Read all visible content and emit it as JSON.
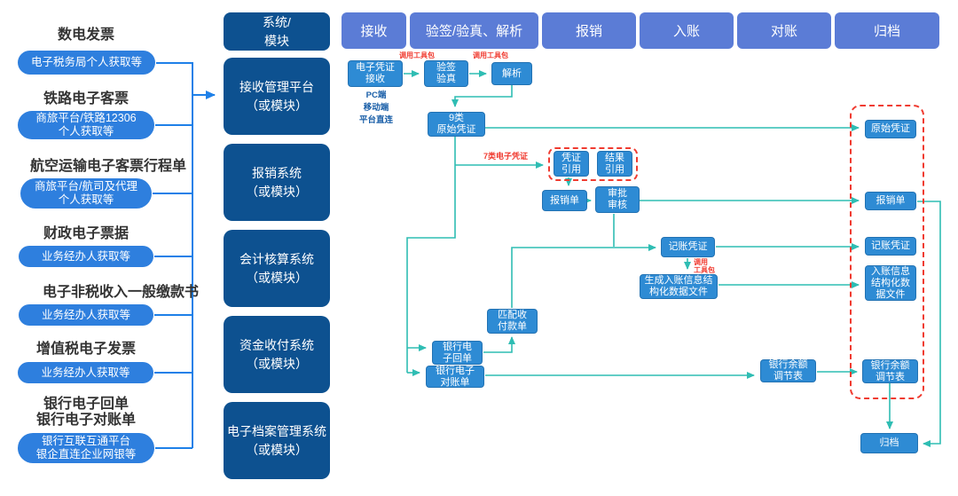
{
  "colors": {
    "source_pill": "#2E7FDE",
    "connector_blue": "#1E80E8",
    "system_box": "#0D5190",
    "stage_box": "#5B7CD6",
    "flow_box": "#2E8BD4",
    "arrow_teal": "#2FBDB3",
    "annotation_red": "#F03B30",
    "annotation_blue": "#1A5FA8"
  },
  "sources": [
    {
      "title": "数电发票",
      "channel": "电子税务局个人获取等"
    },
    {
      "title": "铁路电子客票",
      "channel": "商旅平台/铁路12306\n个人获取等"
    },
    {
      "title": "航空运输电子客票行程单",
      "channel": "商旅平台/航司及代理\n个人获取等"
    },
    {
      "title": "财政电子票据",
      "channel": "业务经办人获取等"
    },
    {
      "title": "电子非税收入一般缴款书",
      "channel": "业务经办人获取等"
    },
    {
      "title": "增值税电子发票",
      "channel": "业务经办人获取等"
    },
    {
      "title": "银行电子回单\n银行电子对账单",
      "channel": "银行互联互通平台\n银企直连企业网银等"
    }
  ],
  "systems": {
    "header": "系统/\n模块",
    "items": [
      "接收管理平台\n（或模块）",
      "报销系统\n（或模块）",
      "会计核算系统\n（或模块）",
      "资金收付系统\n（或模块）",
      "电子档案管理系统\n（或模块）"
    ]
  },
  "stages": [
    "接收",
    "验签/验真、解析",
    "报销",
    "入账",
    "对账",
    "归档"
  ],
  "flow": {
    "receive": "电子凭证\n接收",
    "verify": "验签\n验真",
    "parse": "解析",
    "nine_types": "9类\n原始凭证",
    "voucher_ref": "凭证\n引用",
    "result_ref": "结果\n引用",
    "expense_form": "报销单",
    "approval": "审批\n审核",
    "accounting_voucher": "记账凭证",
    "generate_structured": "生成入账信息结\n构化数据文件",
    "match_payment": "匹配收\n付款单",
    "bank_receipt": "银行电\n子回单",
    "bank_statement": "银行电子\n对账单",
    "bank_reconciliation": "银行余额\n调节表"
  },
  "archive_column": {
    "original_voucher": "原始凭证",
    "expense_form": "报销单",
    "accounting_voucher": "记账凭证",
    "structured_file": "入账信息\n结构化数\n据文件",
    "bank_reconciliation": "银行余额\n调节表",
    "archive": "归档"
  },
  "annotations": {
    "toolkit_1": "调用工具包",
    "toolkit_2": "调用工具包",
    "client_channels": "PC端\n移动端\n平台直连",
    "seven_types": "7类电子凭证",
    "toolkit_3": "调用\n工具包"
  }
}
